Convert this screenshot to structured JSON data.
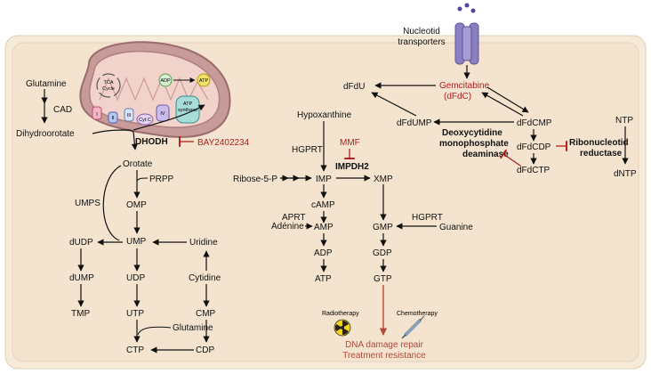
{
  "transporter": {
    "label_line1": "Nucleotid",
    "label_line2": "transporters"
  },
  "mito": {
    "tca_line1": "TCA",
    "tca_line2": "Cycle",
    "complexes": [
      "I",
      "II",
      "III",
      "Cyt C",
      "IV"
    ],
    "adp": "ADP",
    "atp": "ATP",
    "synthase_line1": "ATP",
    "synthase_line2": "synthase"
  },
  "colors": {
    "background": "#f8eee2",
    "cell": "#f3e4d2",
    "mito_outer": "#b89290",
    "inhibitor": "#b21f1f",
    "transporter": "#8a7fc0"
  },
  "left": {
    "glutamine": "Glutamine",
    "cad": "CAD",
    "dihydroorotate": "Dihydroorotate",
    "dhodh": "DHODH",
    "bay": "BAY2402234",
    "orotate": "Orotate",
    "prpp": "PRPP",
    "omp": "OMP",
    "umps": "UMPS",
    "ump": "UMP",
    "uridine": "Uridine",
    "dudp": "dUDP",
    "dump": "dUMP",
    "tmp": "TMP",
    "udp": "UDP",
    "utp": "UTP",
    "ctp": "CTP",
    "cytidine": "Cytidine",
    "cmp": "CMP",
    "cdp": "CDP",
    "glutamine2": "Glutamine"
  },
  "middle": {
    "hypoxanthine": "Hypoxanthine",
    "hgprt1": "HGPRT",
    "mmf": "MMF",
    "impdh2": "IMPDH2",
    "ribose": "Ribose-5-P",
    "imp": "IMP",
    "xmp": "XMP",
    "camp": "cAMP",
    "adenine": "Adénine",
    "aprt": "APRT",
    "amp": "AMP",
    "adp": "ADP",
    "atp": "ATP",
    "gmp": "GMP",
    "hgprt2": "HGPRT",
    "guanine": "Guanine",
    "gdp": "GDP",
    "gtp": "GTP",
    "radiotherapy": "Radiotherapy",
    "chemotherapy": "Chemotherapy",
    "outcome_line1": "DNA damage repair",
    "outcome_line2": "Treatment resistance"
  },
  "right": {
    "dfdu": "dFdU",
    "gem_line1": "Gemcitabine",
    "gem_line2": "(dFdC)",
    "dfdump": "dFdUMP",
    "dfdcmp": "dFdCMP",
    "dfdcdp": "dFdCDP",
    "dfdctp": "dFdCTP",
    "deam_line1": "Deoxycytidine",
    "deam_line2": "monophosphate",
    "deam_line3": "deaminase",
    "rnr_line1": "Ribonucleotid",
    "rnr_line2": "reductase",
    "ntp": "NTP",
    "dntp": "dNTP"
  }
}
